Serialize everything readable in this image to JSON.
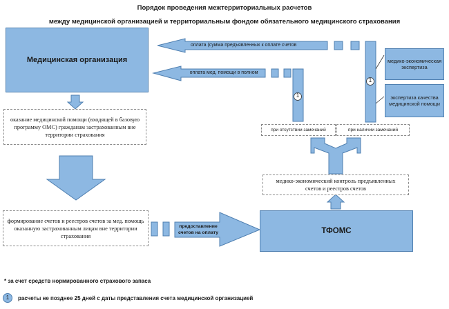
{
  "header": {
    "title": "Порядок проведения межтерриториальных расчетов",
    "subtitle": "между медицинской организацией и территориальным фондом обязательного медицинского страхования"
  },
  "nodes": {
    "med_org": "Медицинская организация",
    "tfoms": "ТФОМС",
    "service": "оказание медицинской помощи (входящей в базовую программу ОМС) гражданам застрахованным вне территории страхования",
    "billing": "формирование счетов и реестров счетов за мед. помощь оказанную застрахованным лицам вне территории страхования",
    "control": "медико-экономический контроль предъявленных счетов и реестров счетов",
    "no_remarks": "при отсутствии замечаний",
    "with_remarks": "при наличии замечаний",
    "mee": "медико-экономическая экспертиза",
    "ekmp": "экспертиза качества медицинской помощи"
  },
  "arrows": {
    "pay_submitted": "оплата (сумма предъявленных к оплате счетов",
    "pay_full": "оплата мед. помощи в полном",
    "submit_payment": "предоставление счетов на оплату"
  },
  "markers": {
    "one_a": "1",
    "one_b": "1"
  },
  "footnotes": {
    "star": "* за счет средств нормированного страхового запаса",
    "one_mark": "1",
    "one": "расчеты не позднее 25 дней с даты представления счета медицинской организацией"
  },
  "colors": {
    "fill": "#8db8e2",
    "stroke": "#4f7fb0"
  }
}
